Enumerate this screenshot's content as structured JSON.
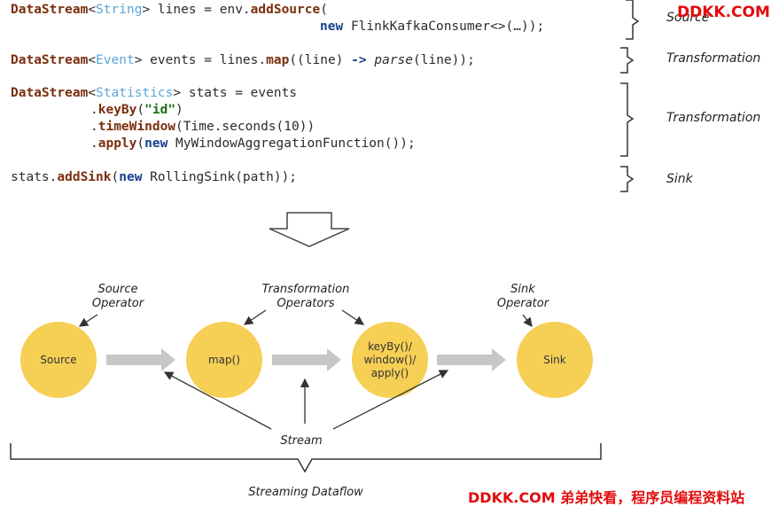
{
  "code": {
    "line1a": {
      "kw": "DataStream",
      "lt": "<",
      "type": "String",
      "rest": "> lines = env.",
      "method": "addSource",
      "tail": "("
    },
    "line1b": {
      "new": "new",
      "rest": "FlinkKafkaConsumer<>(…));"
    },
    "line2": {
      "kw": "DataStream",
      "lt": "<",
      "type": "Event",
      "mid": "> events = lines.",
      "method": "map",
      "args": "((line) ",
      "arrow": "->",
      "parse": "parse",
      "tail": "(line));"
    },
    "line3a": {
      "kw": "DataStream",
      "lt": "<",
      "type": "Statistics",
      "rest": "> stats = events"
    },
    "line3b": {
      "dot": ".",
      "method": "keyBy",
      "open": "(",
      "str": "\"id\"",
      "close": ")"
    },
    "line3c": {
      "dot": ".",
      "method": "timeWindow",
      "rest": "(Time.seconds(10))"
    },
    "line3d": {
      "dot": ".",
      "method": "apply",
      "open": "(",
      "new": "new",
      "rest": " MyWindowAggregationFunction());"
    },
    "line4": {
      "pre": "stats.",
      "method": "addSink",
      "open": "(",
      "new": "new",
      "rest": " RollingSink(path));"
    }
  },
  "side_labels": {
    "source": "Source",
    "transformation1": "Transformation",
    "transformation2": "Transformation",
    "sink": "Sink"
  },
  "watermark_top": "DDKK.COM",
  "watermark_bottom": "DDKK.COM 弟弟快看，程序员编程资料站",
  "diagram": {
    "nodes": [
      {
        "label": "Source"
      },
      {
        "label": "map()"
      },
      {
        "label": "keyBy()/\nwindow()/\napply()"
      },
      {
        "label": "Sink"
      }
    ],
    "annotations": {
      "source_operator": "Source\nOperator",
      "transformation_operators": "Transformation\nOperators",
      "sink_operator": "Sink\nOperator",
      "stream": "Stream",
      "dataflow": "Streaming Dataflow"
    },
    "colors": {
      "node": "#f6cf55",
      "arrow": "#c7c7c7"
    }
  }
}
